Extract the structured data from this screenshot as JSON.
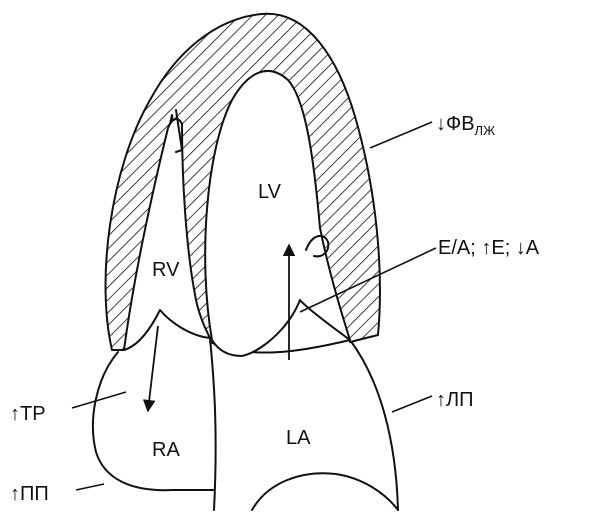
{
  "labels": {
    "lv": "LV",
    "rv": "RV",
    "ra": "RA",
    "la": "LA",
    "lvef": "↓ФВ",
    "lvef_sub": "ЛЖ",
    "mitral": "E/A; ↑E; ↓A",
    "la_size": "↑ЛП",
    "tr": "↑TP",
    "ra_size": "↑ПП"
  }
}
